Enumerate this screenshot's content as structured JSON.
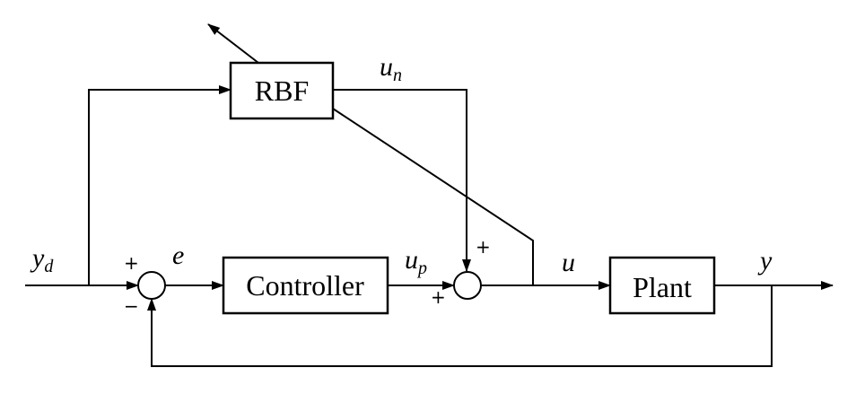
{
  "blocks": {
    "rbf": "RBF",
    "controller": "Controller",
    "plant": "Plant"
  },
  "signals": {
    "yd": {
      "base": "y",
      "sub": "d"
    },
    "e": "e",
    "up": {
      "base": "u",
      "sub": "p"
    },
    "un": {
      "base": "u",
      "sub": "n"
    },
    "u": "u",
    "y": "y"
  },
  "signs": {
    "sum1_plus": "+",
    "sum1_minus": "−",
    "sum2_plus_top": "+",
    "sum2_plus_left": "+"
  },
  "colors": {
    "line": "#000000",
    "background": "#ffffff"
  }
}
